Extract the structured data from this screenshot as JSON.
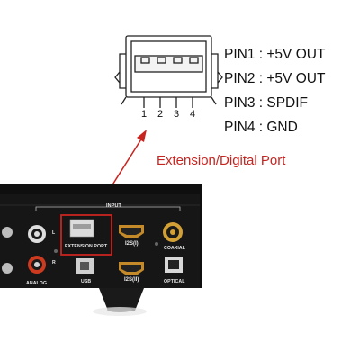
{
  "pinout": [
    {
      "label": "PIN1 : +5V OUT"
    },
    {
      "label": "PIN2 : +5V OUT"
    },
    {
      "label": "PIN3 : SPDIF"
    },
    {
      "label": "PIN4 : GND"
    }
  ],
  "pin_numbers": [
    "1",
    "2",
    "3",
    "4"
  ],
  "callout": {
    "label": "Extension/Digital Port",
    "color": "#c8241f"
  },
  "device": {
    "panel_title": "INPUT",
    "labels": {
      "extension_port": "EXTENSION PORT",
      "usb": "USB",
      "i2s_1": "I2S(I)",
      "i2s_2": "I2S(II)",
      "coaxial": "COAXIAL",
      "optical": "OPTICAL",
      "analog": "ANALOG",
      "l": "L",
      "r": "R"
    }
  },
  "colors": {
    "highlight": "#c8241f",
    "chassis": "#141414"
  }
}
